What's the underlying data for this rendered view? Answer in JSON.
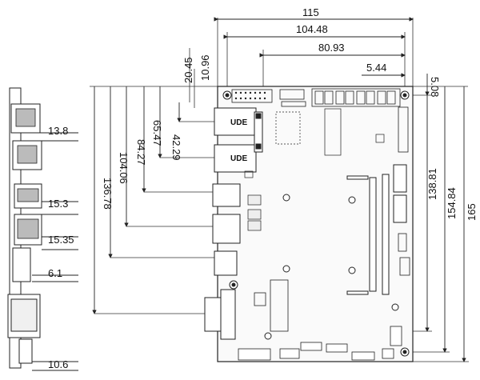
{
  "diagram": {
    "horizontal_dims": [
      "115",
      "104.48",
      "80.93",
      "5.44"
    ],
    "vertical_dims_top": [
      "20.45",
      "10.96",
      "5.08"
    ],
    "left_rotated_dims": [
      "42.29",
      "65.47",
      "84.27",
      "104.06",
      "136.78"
    ],
    "right_rotated_dims": [
      "138.81",
      "154.84",
      "165"
    ],
    "side_dims": [
      "13.8",
      "15.3",
      "15.35",
      "6.1",
      "10.6"
    ],
    "connector_labels": [
      "UDE",
      "UDE"
    ]
  }
}
